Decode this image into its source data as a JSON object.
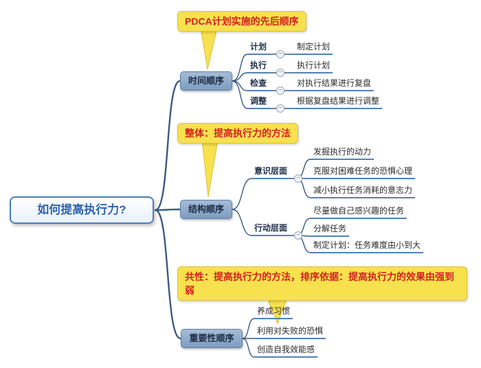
{
  "root": {
    "label": "如何提高执行力?"
  },
  "time": {
    "label": "时间顺序",
    "callout": "PDCA计划实施的先后顺序",
    "rows": [
      {
        "parent": "计划",
        "child": "制定计划"
      },
      {
        "parent": "执行",
        "child": "执行计划"
      },
      {
        "parent": "检查",
        "child": "对执行结果进行复盘"
      },
      {
        "parent": "调整",
        "child": "根据复盘结果进行调整"
      }
    ]
  },
  "structure": {
    "label": "结构顺序",
    "callout": "整体：提高执行力的方法",
    "groups": [
      {
        "label": "意识层面",
        "children": [
          "发掘执行的动力",
          "克服对困难任务的恐惧心理",
          "减小执行任务消耗的意志力"
        ]
      },
      {
        "label": "行动层面",
        "children": [
          "尽量做自己感兴趣的任务",
          "分解任务",
          "制定计划：任务难度由小到大"
        ]
      }
    ]
  },
  "importance": {
    "label": "重要性顺序",
    "callout": "共性：提高执行力的方法，排序依据：提高执行力的效果由强到弱",
    "children": [
      "养成习惯",
      "利用对失败的恐惧",
      "创造自我效能感"
    ]
  },
  "icons": {
    "collapse_glyph": "−"
  },
  "colors": {
    "callout_bg": "#F7E14E",
    "callout_border": "#DCC13E",
    "callout_text": "#D32222",
    "branch_fill": "#7D9CC0",
    "branch_fill_light": "#A6BCD6",
    "branch_border": "#5E7EA6",
    "branch_text": "#1B2A44",
    "root_border": "#4A7EBB",
    "root_text": "#2F62AD",
    "line": "#3A5A82",
    "underline": "#4F81BD"
  }
}
